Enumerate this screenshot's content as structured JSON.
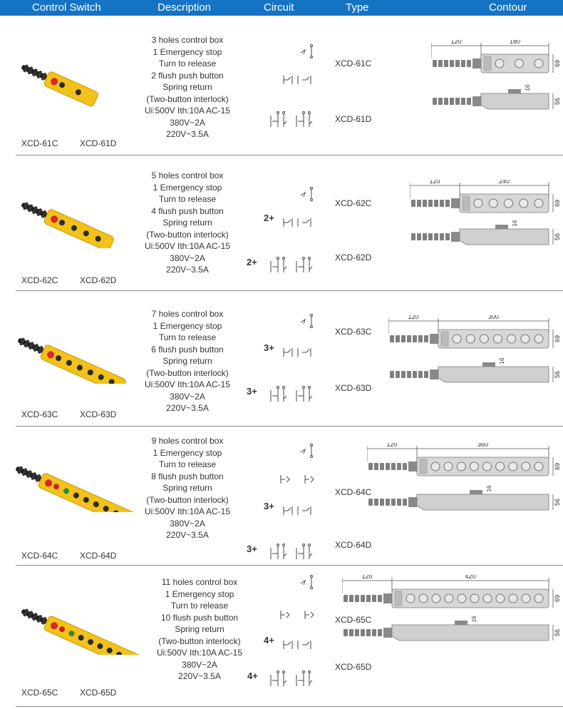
{
  "header": {
    "bg_color": "#1573c4",
    "col_switch": "Control Switch",
    "col_description": "Description",
    "col_circuit": "Circuit",
    "col_type": "Type",
    "col_contour": "Contour"
  },
  "rows": [
    {
      "holes": 3,
      "desc": [
        "3 holes control box",
        "1 Emergency stop",
        "Turn to release",
        "2 flush push button",
        "Spring return",
        "(Two-button interlock)",
        "Ui:500V  Ith:10A  AC-15",
        "380V~2A",
        "220V~3.5A"
      ],
      "model_c": "XCD-61C",
      "model_d": "XCD-61D",
      "type_c": "XCD-61C",
      "type_d": "XCD-61D",
      "mult_single": "",
      "mult_double": "",
      "dim_left": "120",
      "dim_right": "180",
      "dim_h1": "69",
      "dim_top": "16",
      "dim_h2": "56"
    },
    {
      "holes": 5,
      "desc": [
        "5 holes control box",
        "1 Emergency stop",
        "Turn to release",
        "4 flush push button",
        "Spring return",
        "(Two-button interlock)",
        "Ui:500V  Ith:10A  AC-15",
        "380V~2A",
        "220V~3.5A"
      ],
      "model_c": "XCD-62C",
      "model_d": "XCD-62D",
      "type_c": "XCD-62C",
      "type_d": "XCD-62D",
      "mult_single": "2+",
      "mult_double": "2+",
      "dim_left": "120",
      "dim_right": "240",
      "dim_h1": "69",
      "dim_top": "16",
      "dim_h2": "56"
    },
    {
      "holes": 7,
      "desc": [
        "7 holes control box",
        "1 Emergency stop",
        "Turn to release",
        "6 flush push button",
        "Spring return",
        "(Two-button interlock)",
        "Ui:500V  Ith:10A  AC-15",
        "380V~2A",
        "220V~3.5A"
      ],
      "model_c": "XCD-63C",
      "model_d": "XCD-63D",
      "type_c": "XCD-63C",
      "type_d": "XCD-63D",
      "mult_single": "3+",
      "mult_double": "3+",
      "dim_left": "120",
      "dim_right": "300",
      "dim_h1": "69",
      "dim_top": "16",
      "dim_h2": "56"
    },
    {
      "holes": 9,
      "desc": [
        "9 holes control box",
        "1 Emergency stop",
        "Turn to release",
        "8 flush push button",
        "Spring return",
        "(Two-button interlock)",
        "Ui:500V  Ith:10A  AC-15",
        "380V~2A",
        "220V~3.5A"
      ],
      "model_c": "XCD-64C",
      "model_d": "XCD-64D",
      "type_c": "XCD-64C",
      "type_d": "XCD-64D",
      "mult_single": "3+",
      "mult_double": "3+",
      "dim_left": "120",
      "dim_right": "360",
      "dim_h1": "69",
      "dim_top": "16",
      "dim_h2": "56"
    },
    {
      "holes": 11,
      "desc": [
        "11 holes control box",
        "1 Emergency stop",
        "Turn to release",
        "10 flush push button",
        "Spring return",
        "(Two-button interlock)",
        "Ui:500V  Ith:10A  AC-15",
        "380V~2A",
        "220V~3.5A"
      ],
      "model_c": "XCD-65C",
      "model_d": "XCD-65D",
      "type_c": "XCD-65C",
      "type_d": "XCD-65D",
      "mult_single": "4+",
      "mult_double": "4+",
      "dim_left": "120",
      "dim_right": "420",
      "dim_h1": "69",
      "dim_top": "16",
      "dim_h2": "56"
    }
  ],
  "colors": {
    "box_yellow": "#f2c21a",
    "estop_red": "#d8262a",
    "button_dark": "#2b2b2b"
  }
}
